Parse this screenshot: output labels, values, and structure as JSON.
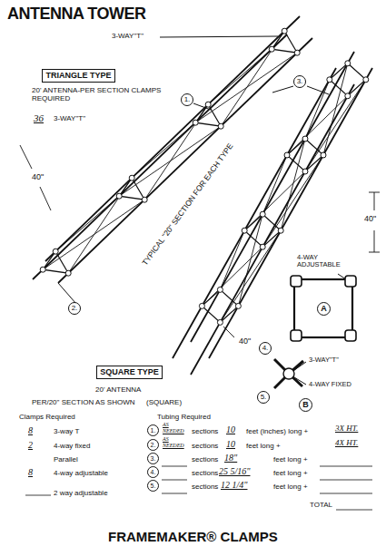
{
  "diagram": {
    "title": "ANTENNA TOWER",
    "caption": "FRAMEMAKER® CLAMPS",
    "nodes": [
      {
        "text": [
          "TRIANGLE TYPE"
        ]
      },
      {
        "text": [
          "1."
        ]
      },
      {
        "text": [
          "3."
        ]
      },
      {
        "text": [
          "A"
        ]
      },
      {
        "text": [
          "2."
        ]
      },
      {
        "text": [
          "4."
        ]
      },
      {
        "text": [
          "SQUARE TYPE"
        ]
      },
      {
        "text": [
          "5."
        ]
      },
      {
        "text": [
          "B"
        ]
      },
      {
        "text": [
          "1."
        ]
      },
      {
        "text": [
          "2."
        ]
      },
      {
        "text": [
          "3."
        ]
      },
      {
        "text": [
          "4."
        ]
      },
      {
        "text": [
          "5."
        ]
      }
    ],
    "labels": [
      "3-WAY\"T\"",
      "20' ANTENNA-PER SECTION CLAMPS REQUIRED",
      "36",
      "3-WAY\"T\"",
      "40\"",
      "TYPICAL \"20\" SECTION FOR EACH TYPE",
      "40\"",
      "4-WAY ADJUSTABLE",
      "40\"",
      "3-WAY\"T\"",
      "4-WAY FIXED",
      "20' ANTENNA",
      "PER/20\" SECTION AS SHOWN",
      "(SQUARE)",
      "Clamps Required",
      "Tubing Required",
      "8",
      "3-way T",
      "2",
      "4-way fixed",
      "Parallel",
      "8",
      "4-way adjustable",
      "2 way adjustable",
      "AS NEEDED",
      "sections",
      "10",
      "feet (inches) long +",
      "3X HT.",
      "AS NEEDED",
      "sections",
      "10",
      "feet long +",
      "4X HT.",
      "sections",
      "18\"",
      "feet long +",
      "sections",
      "25 5/16\"",
      "feet long +",
      "sections",
      "12 1/4\"",
      "feet long +",
      "TOTAL"
    ]
  }
}
